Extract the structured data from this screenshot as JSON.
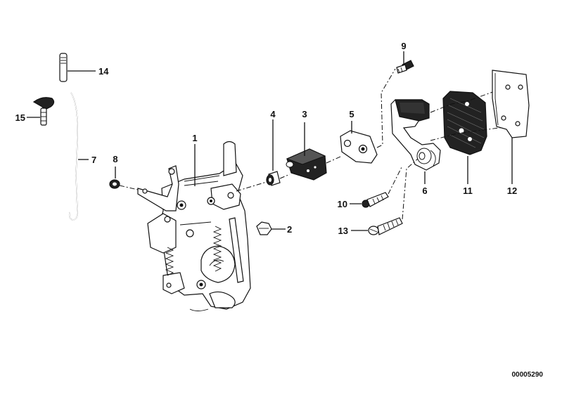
{
  "parts": [
    {
      "key": "p1",
      "number": "1"
    },
    {
      "key": "p2",
      "number": "2"
    },
    {
      "key": "p3",
      "number": "3"
    },
    {
      "key": "p4",
      "number": "4"
    },
    {
      "key": "p5",
      "number": "5"
    },
    {
      "key": "p6",
      "number": "6"
    },
    {
      "key": "p7",
      "number": "7"
    },
    {
      "key": "p8",
      "number": "8"
    },
    {
      "key": "p9",
      "number": "9"
    },
    {
      "key": "p10",
      "number": "10"
    },
    {
      "key": "p11",
      "number": "11"
    },
    {
      "key": "p12",
      "number": "12"
    },
    {
      "key": "p13",
      "number": "13"
    },
    {
      "key": "p14",
      "number": "14"
    },
    {
      "key": "p15",
      "number": "15"
    }
  ],
  "reference_number": "00005290"
}
